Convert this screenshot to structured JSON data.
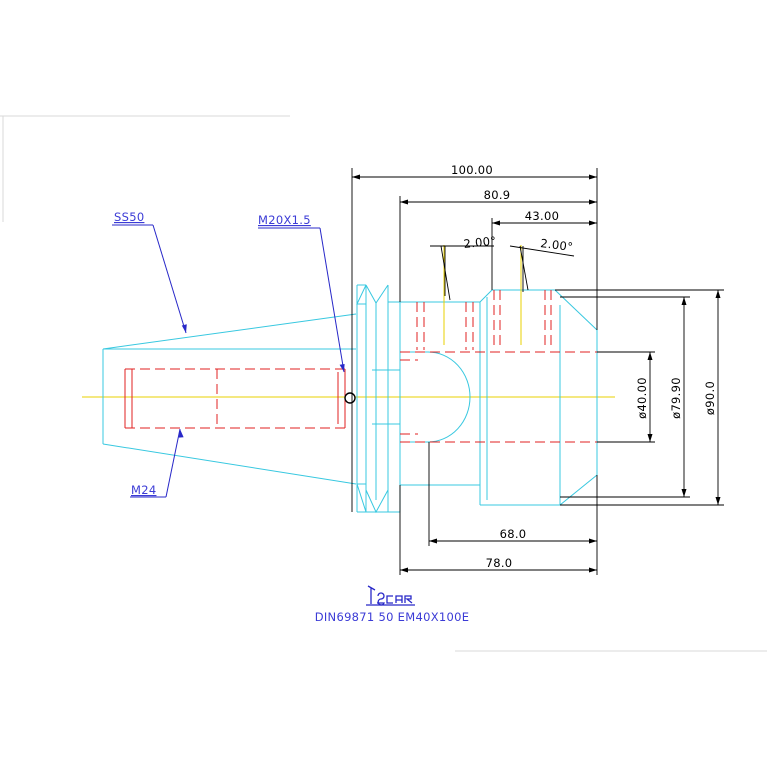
{
  "drawing": {
    "dimensions": {
      "overall_length": "100.00",
      "body_length": "80.9",
      "bore_depth": "43.00",
      "chamfer_left": "2.00°",
      "chamfer_right": "2.00°",
      "bore_diameter": "ø40.00",
      "inner_diameter": "ø79.90",
      "outer_diameter": "ø90.0",
      "length_68": "68.0",
      "length_78": "78.0"
    },
    "callouts": {
      "taper": "SS50",
      "thread_coolant": "M20X1.5",
      "thread_pull": "M24"
    },
    "brand": "Iscar",
    "designation": "DIN69871  50  EM40X100E",
    "colors": {
      "cyan_outline": "#38c8e0",
      "red_hidden": "#e02020",
      "yellow_center": "#e8d000",
      "blue_leader": "#2828c8",
      "dim_line": "#000000"
    }
  }
}
